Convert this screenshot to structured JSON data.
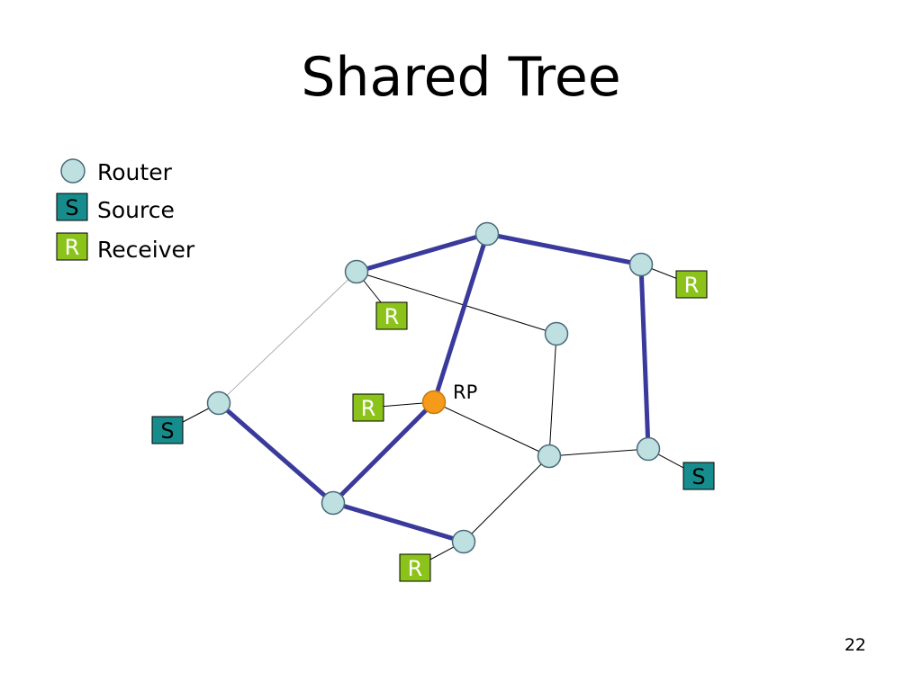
{
  "slide": {
    "title": "Shared Tree",
    "page_number": "22"
  },
  "legend": {
    "router_label": "Router",
    "source_label": "Source",
    "receiver_label": "Receiver",
    "source_symbol": "S",
    "receiver_symbol": "R"
  },
  "diagram": {
    "rp_label": "RP",
    "colors": {
      "router_fill": "#bfe0e0",
      "router_stroke": "#4a6a7a",
      "rp_fill": "#f59a1a",
      "source_fill": "#178c8c",
      "receiver_fill": "#8cc31a",
      "tree_edge": "#3a3a9c",
      "plain_edge": "#000000",
      "faint_edge": "#9a9a9a"
    },
    "nodes": [
      {
        "id": "r-top",
        "kind": "router"
      },
      {
        "id": "r-upper-left",
        "kind": "router"
      },
      {
        "id": "r-upper-right",
        "kind": "router"
      },
      {
        "id": "r-middle-right",
        "kind": "router"
      },
      {
        "id": "r-left",
        "kind": "router"
      },
      {
        "id": "rp",
        "kind": "rp"
      },
      {
        "id": "r-center-lower",
        "kind": "router"
      },
      {
        "id": "r-right-lower",
        "kind": "router"
      },
      {
        "id": "r-bottom-left",
        "kind": "router"
      },
      {
        "id": "r-bottom",
        "kind": "router"
      }
    ],
    "hosts": [
      {
        "id": "rcv-upper-right",
        "kind": "receiver",
        "label": "R",
        "attached_to": "r-upper-right"
      },
      {
        "id": "rcv-upper-left",
        "kind": "receiver",
        "label": "R",
        "attached_to": "r-upper-left"
      },
      {
        "id": "rcv-rp",
        "kind": "receiver",
        "label": "R",
        "attached_to": "rp"
      },
      {
        "id": "src-left",
        "kind": "source",
        "label": "S",
        "attached_to": "r-left"
      },
      {
        "id": "src-right",
        "kind": "source",
        "label": "S",
        "attached_to": "r-right-lower"
      },
      {
        "id": "rcv-bottom",
        "kind": "receiver",
        "label": "R",
        "attached_to": "r-bottom"
      }
    ],
    "edges": [
      {
        "from": "r-upper-left",
        "to": "r-top",
        "tree": true
      },
      {
        "from": "r-top",
        "to": "r-upper-right",
        "tree": true
      },
      {
        "from": "r-top",
        "to": "rp",
        "tree": true
      },
      {
        "from": "r-upper-right",
        "to": "r-right-lower",
        "tree": true
      },
      {
        "from": "r-left",
        "to": "r-bottom-left",
        "tree": true
      },
      {
        "from": "r-bottom-left",
        "to": "rp",
        "tree": true
      },
      {
        "from": "r-bottom-left",
        "to": "r-bottom",
        "tree": true
      },
      {
        "from": "r-upper-left",
        "to": "r-middle-right",
        "tree": false
      },
      {
        "from": "r-middle-right",
        "to": "r-center-lower",
        "tree": false
      },
      {
        "from": "rp",
        "to": "r-center-lower",
        "tree": false
      },
      {
        "from": "r-center-lower",
        "to": "r-right-lower",
        "tree": false
      },
      {
        "from": "r-center-lower",
        "to": "r-bottom",
        "tree": false
      },
      {
        "from": "r-upper-left",
        "to": "r-left",
        "tree": false,
        "faint": true
      }
    ]
  }
}
